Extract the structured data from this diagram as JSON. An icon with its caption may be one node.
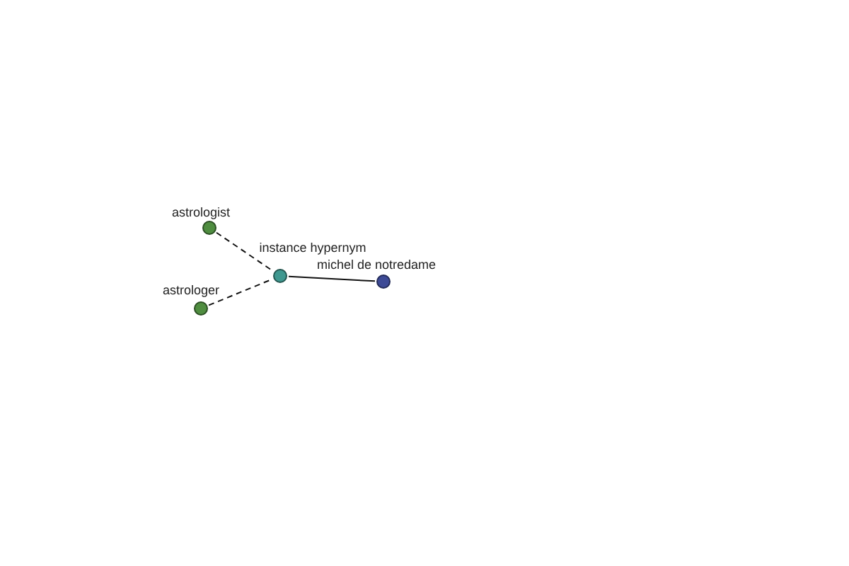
{
  "diagram": {
    "nodes": [
      {
        "text": [],
        "shape": "circle",
        "beside": [
          "astrologist"
        ]
      },
      {
        "text": [],
        "shape": "circle",
        "beside": [
          "instance hypernym"
        ]
      },
      {
        "text": [],
        "shape": "circle",
        "beside": [
          "michel de notredame"
        ]
      },
      {
        "text": [],
        "shape": "circle",
        "beside": [
          "astrologer"
        ]
      }
    ],
    "edges": [
      {
        "from": 0,
        "to": 1,
        "arrow": "none",
        "style": "dashed"
      },
      {
        "from": 3,
        "to": 1,
        "arrow": "none",
        "style": "dashed"
      },
      {
        "from": 1,
        "to": 2,
        "arrow": "none"
      }
    ]
  }
}
